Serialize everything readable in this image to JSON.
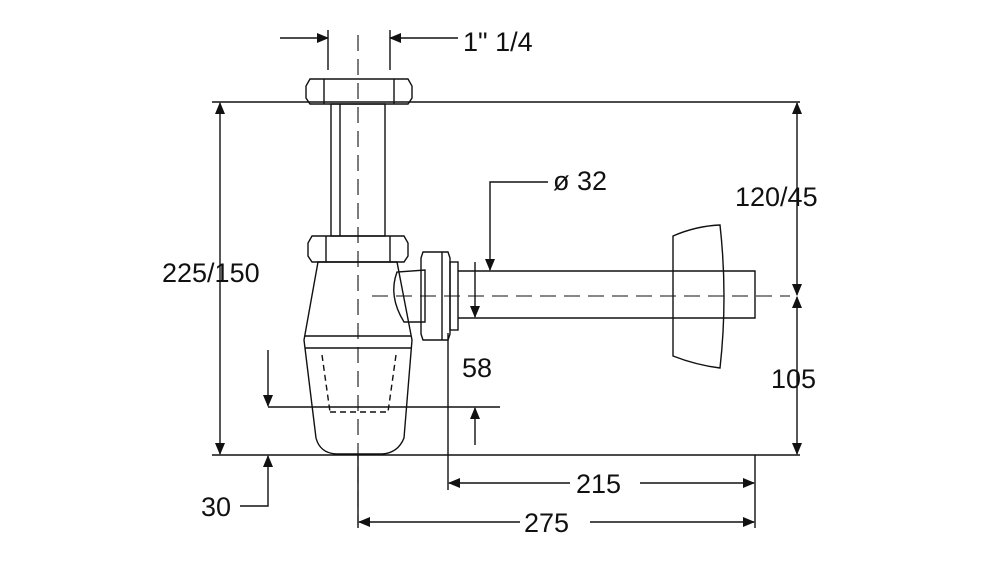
{
  "dimensions": {
    "thread_size": "1\" 1/4",
    "diameter": "ø 32",
    "height_total": "225/150",
    "height_outlet": "120/45",
    "height_lower": "105",
    "trap_offset": "58",
    "base_offset": "30",
    "length_inner": "215",
    "length_total": "275"
  },
  "colors": {
    "line": "#111111",
    "background": "#ffffff"
  }
}
